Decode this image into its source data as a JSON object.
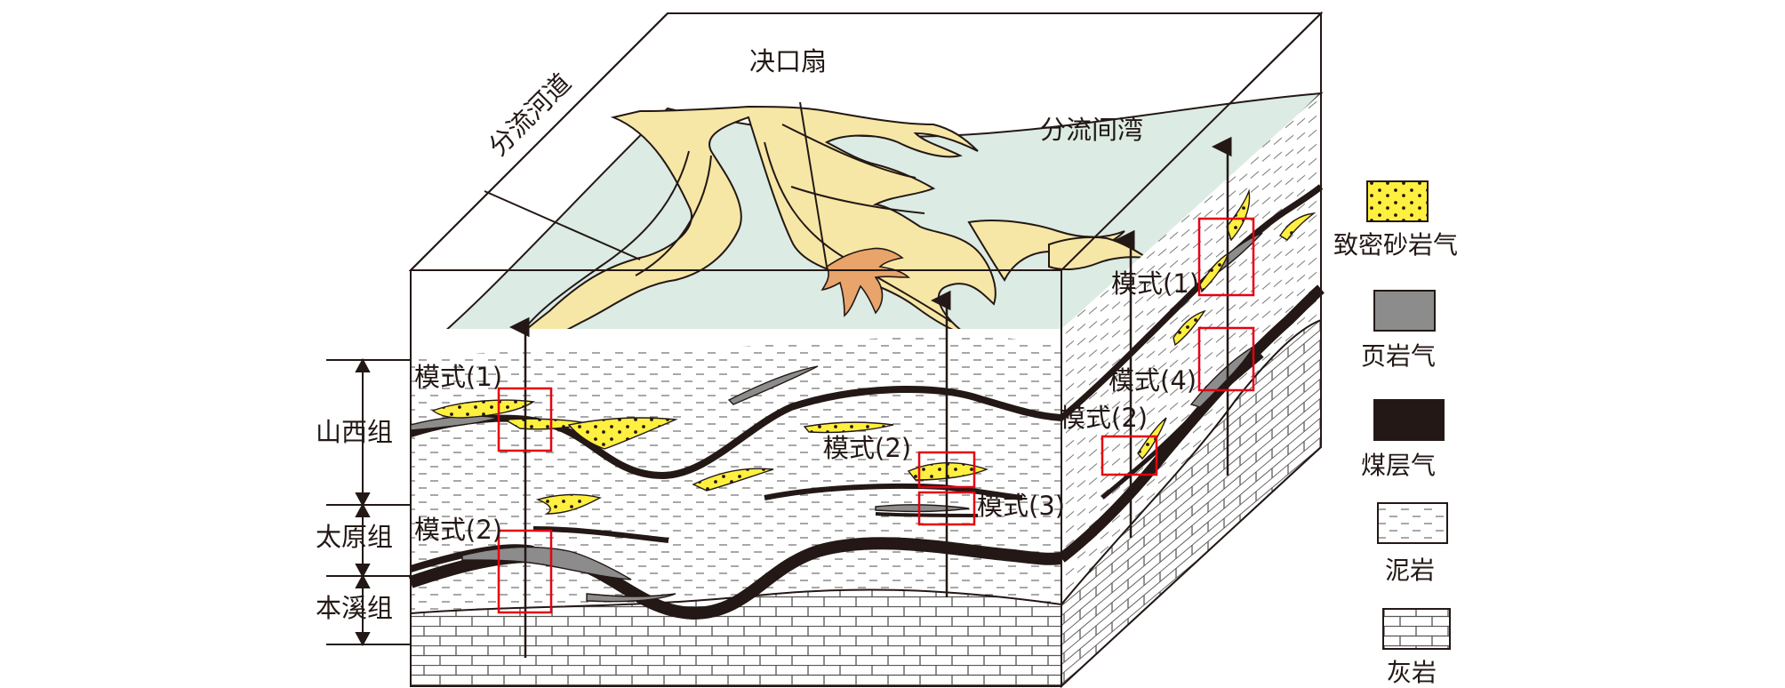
{
  "labels": {
    "fan": "决口扇",
    "bay": "分流间湾",
    "channel": "分流河道"
  },
  "formations": {
    "shanxi": "山西组",
    "taiyuan": "太原组",
    "benxi": "本溪组"
  },
  "modes": {
    "front_1": "模式(1)",
    "front_2": "模式(2)",
    "mid_2": "模式(2)",
    "mid_3": "模式(3)",
    "side_1": "模式(1)",
    "side_4": "模式(4)",
    "side_2": "模式(2)"
  },
  "legend": [
    {
      "label": "致密砂岩气",
      "color": "#fff03f",
      "icon": "tight-sand-swatch"
    },
    {
      "label": "页岩气",
      "color": "#8c8c8c",
      "icon": "shale-swatch"
    },
    {
      "label": "煤层气",
      "color": "#231815",
      "icon": "coal-swatch"
    },
    {
      "label": "泥岩",
      "color": "#ffffff",
      "icon": "mudstone-swatch"
    },
    {
      "label": "灰岩",
      "color": "#ffffff",
      "icon": "limestone-swatch"
    }
  ],
  "colors": {
    "top_surface": "#dcebe4",
    "channel_fill": "#f7e7a6",
    "sand": "#fff03f",
    "coal": "#231815",
    "shale": "#8c8c8c",
    "highlight_box": "#e60012",
    "fan": "#e8a46a"
  }
}
